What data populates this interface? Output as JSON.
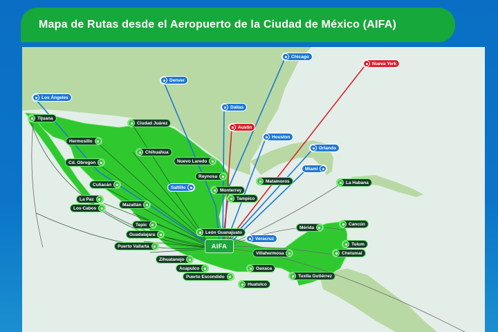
{
  "header": {
    "title": "Mapa de Rutas desde el Aeropuerto de la Ciudad de México (AIFA)"
  },
  "hub": {
    "label": "AIFA",
    "color": "#1ca53a"
  },
  "colors": {
    "frame_blue": "#0b74c8",
    "title_green": "#16a83a",
    "mexico_land": "#2fc92f",
    "foreign_land": "#b9d9a4",
    "water": "#e4eee9",
    "international_route": "#1e78d2",
    "featured_route": "#d8222e",
    "domestic_label": "#173a27"
  },
  "destinations": {
    "international": [
      {
        "id": "los-angeles",
        "label": "Los Ángeles",
        "type": "us"
      },
      {
        "id": "denver",
        "label": "Denver",
        "type": "us"
      },
      {
        "id": "chicago",
        "label": "Chicago",
        "type": "us"
      },
      {
        "id": "nueva-york",
        "label": "Nueva York",
        "type": "red"
      },
      {
        "id": "dallas",
        "label": "Dallas",
        "type": "us"
      },
      {
        "id": "austin",
        "label": "Austin",
        "type": "red"
      },
      {
        "id": "houston",
        "label": "Houston",
        "type": "us"
      },
      {
        "id": "orlando",
        "label": "Orlando",
        "type": "us"
      },
      {
        "id": "miami",
        "label": "Miami",
        "type": "us"
      },
      {
        "id": "la-habana",
        "label": "La Habana",
        "type": "mx"
      }
    ],
    "domestic": [
      {
        "id": "tijuana",
        "label": "Tijuana"
      },
      {
        "id": "ciudad-juarez",
        "label": "Ciudad Juárez"
      },
      {
        "id": "hermosillo",
        "label": "Hermosillo"
      },
      {
        "id": "chihuahua",
        "label": "Chihuahua"
      },
      {
        "id": "cd-obregon",
        "label": "Cd. Obregon"
      },
      {
        "id": "nuevo-laredo",
        "label": "Nuevo Laredo"
      },
      {
        "id": "reynosa",
        "label": "Reynosa"
      },
      {
        "id": "matamoros",
        "label": "Matamoros"
      },
      {
        "id": "saltillo",
        "label": "Saltillo",
        "type": "us"
      },
      {
        "id": "monterrey",
        "label": "Monterrey"
      },
      {
        "id": "culiacan",
        "label": "Culiacán"
      },
      {
        "id": "la-paz",
        "label": "La Paz"
      },
      {
        "id": "mazatlan",
        "label": "Mazatlán"
      },
      {
        "id": "los-cabos",
        "label": "Los Cabos"
      },
      {
        "id": "tampico",
        "label": "Tampico"
      },
      {
        "id": "tepic",
        "label": "Tepic"
      },
      {
        "id": "leon-guanajuato",
        "label": "León Guanajuato"
      },
      {
        "id": "guadalajara",
        "label": "Guadalajara"
      },
      {
        "id": "veracruz",
        "label": "Veracruz",
        "type": "us"
      },
      {
        "id": "puerto-vallarta",
        "label": "Puerto Vallarta"
      },
      {
        "id": "merida",
        "label": "Mérida"
      },
      {
        "id": "cancun",
        "label": "Cancún"
      },
      {
        "id": "tulum",
        "label": "Tulum"
      },
      {
        "id": "chetumal",
        "label": "Chetumal"
      },
      {
        "id": "villahermosa",
        "label": "Villahermosa"
      },
      {
        "id": "zihuatanejo",
        "label": "Zihuatanejo"
      },
      {
        "id": "acapulco",
        "label": "Acapulco"
      },
      {
        "id": "oaxaca",
        "label": "Oaxaca"
      },
      {
        "id": "puerto-escondido",
        "label": "Puerto Escondido"
      },
      {
        "id": "huatulco",
        "label": "Huatulco"
      },
      {
        "id": "tuxtla-gutierrez",
        "label": "Tuxtla Gutiérrez"
      }
    ]
  }
}
